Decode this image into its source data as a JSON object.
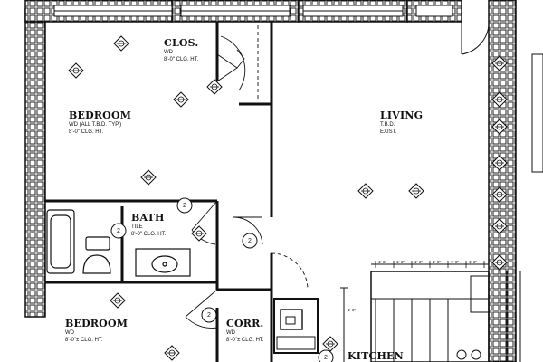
{
  "rooms": {
    "closet": {
      "name": "CLOS.",
      "lines": [
        "WD",
        "8'-0\" CLG. HT."
      ]
    },
    "bedroom1": {
      "name": "BEDROOM",
      "lines": [
        "WD (ALL T.B.D. TYP.)",
        "8'-0\" CLG. HT."
      ]
    },
    "living": {
      "name": "LIVING",
      "lines": [
        "T.B.D.",
        "EXIST."
      ]
    },
    "bath": {
      "name": "BATH",
      "lines": [
        "TILE",
        "8'-0\" CLG. HT."
      ]
    },
    "bedroom2": {
      "name": "BEDROOM",
      "lines": [
        "WD",
        "8'-0\"± CLG. HT."
      ]
    },
    "corr": {
      "name": "CORR.",
      "lines": [
        "WD",
        "8'-0\"± CLG. HT."
      ]
    },
    "kitchen": {
      "name": "KITCHEN",
      "lines": []
    }
  },
  "door_tags": [
    "2",
    "2",
    "2",
    "2",
    "2"
  ],
  "kitchen_dims": [
    "1'-6\"",
    "1'-6\"",
    "1'-6\"",
    "1'-6\"",
    "1'-6\"",
    "1'-6\"",
    "1'-6\""
  ]
}
